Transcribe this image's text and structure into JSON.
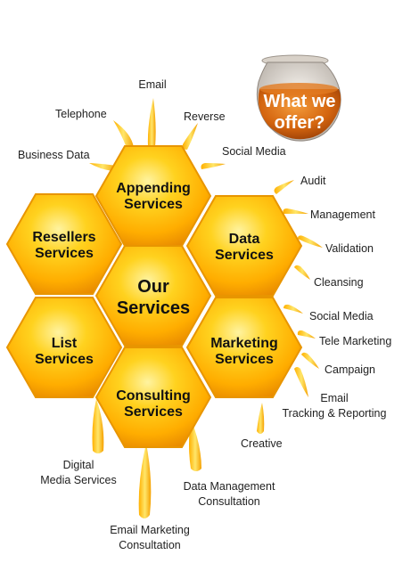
{
  "jar": {
    "line1": "What we",
    "line2": "offer?"
  },
  "center": {
    "line1": "Our",
    "line2": "Services"
  },
  "hexes": [
    {
      "id": "appending",
      "line1": "Appending",
      "line2": "Services"
    },
    {
      "id": "resellers",
      "line1": "Resellers",
      "line2": "Services"
    },
    {
      "id": "data",
      "line1": "Data",
      "line2": "Services"
    },
    {
      "id": "list",
      "line1": "List",
      "line2": "Services"
    },
    {
      "id": "marketing",
      "line1": "Marketing",
      "line2": "Services"
    },
    {
      "id": "consulting",
      "line1": "Consulting",
      "line2": "Services"
    }
  ],
  "labels": {
    "email": "Email",
    "telephone": "Telephone",
    "reverse": "Reverse",
    "business_data": "Business Data",
    "social_media_top": "Social Media",
    "audit": "Audit",
    "management": "Management",
    "validation": "Validation",
    "cleansing": "Cleansing",
    "social_media_mkt": "Social Media",
    "tele_marketing": "Tele Marketing",
    "campaign": "Campaign",
    "email_tracking_1": "Email",
    "email_tracking_2": "Tracking & Reporting",
    "creative": "Creative",
    "digital_1": "Digital",
    "digital_2": "Media Services",
    "data_mgmt_1": "Data Management",
    "data_mgmt_2": "Consultation",
    "email_mkt_1": "Email Marketing",
    "email_mkt_2": "Consultation"
  },
  "colors": {
    "honey_light": "#ffe35a",
    "honey_mid": "#ffb400",
    "honey_dark": "#e08a00",
    "text": "#111111"
  }
}
